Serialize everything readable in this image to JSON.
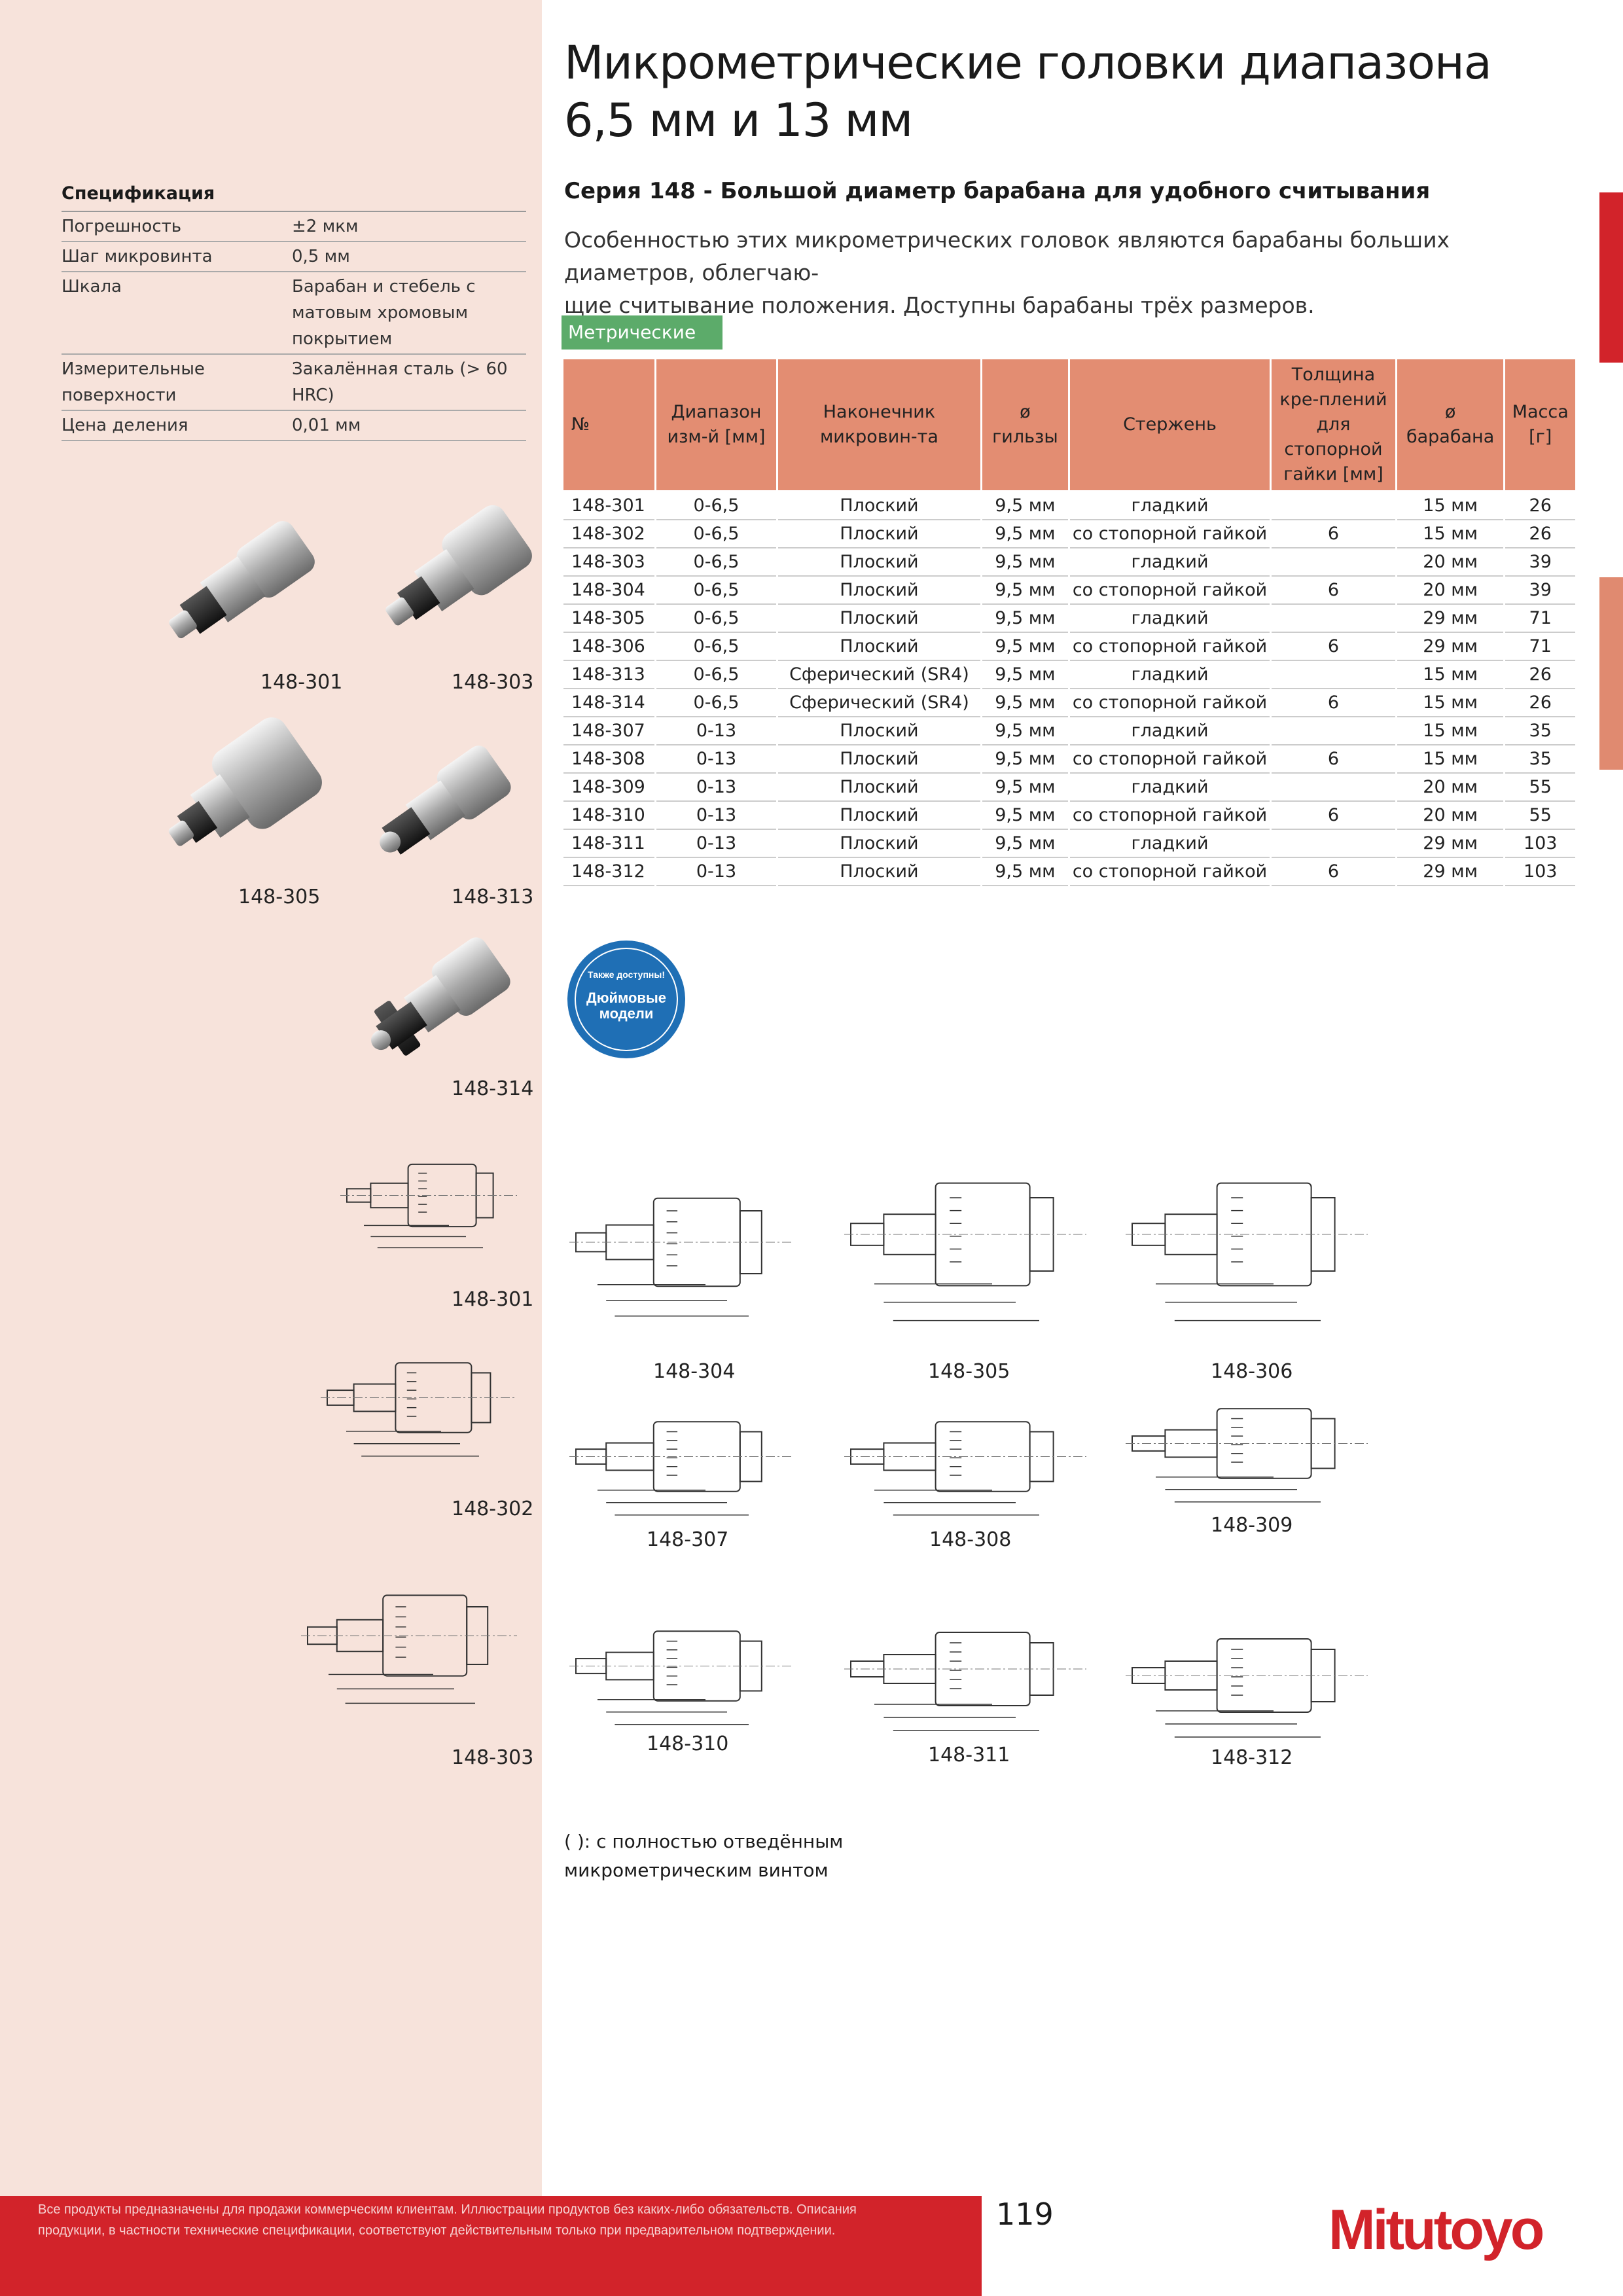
{
  "header": {
    "title_line1": "Микрометрические головки диапазона",
    "title_line2": "6,5 мм и 13 мм",
    "subtitle": "Серия 148 - Большой диаметр барабана для удобного считывания",
    "desc_line1": "Особенностью этих микрометрических головок являются барабаны больших диаметров, облегчаю-",
    "desc_line2": "щие считывание положения. Доступны барабаны трёх размеров."
  },
  "spec": {
    "title": "Спецификация",
    "rows": [
      {
        "k": "Погрешность",
        "v": "±2 мкм"
      },
      {
        "k": "Шаг микровинта",
        "v": "0,5 мм"
      },
      {
        "k": "Шкала",
        "v": "Барабан и стебель с матовым хромовым покрытием"
      },
      {
        "k": "Измерительные поверхности",
        "v": "Закалённая сталь (> 60 HRC)"
      },
      {
        "k": "Цена деления",
        "v": "0,01 мм"
      }
    ]
  },
  "tab_label": "Метрические",
  "table": {
    "headers": [
      "№",
      "Диапазон изм-й [мм]",
      "Наконечник микровин-та",
      "ø гильзы",
      "Стержень",
      "Толщина кре-плений для стопорной гайки [мм]",
      "ø барабана",
      "Масса [г]"
    ],
    "rows": [
      [
        "148-301",
        "0-6,5",
        "Плоский",
        "9,5 мм",
        "гладкий",
        "",
        "15 мм",
        "26"
      ],
      [
        "148-302",
        "0-6,5",
        "Плоский",
        "9,5 мм",
        "со стопорной гайкой",
        "6",
        "15 мм",
        "26"
      ],
      [
        "148-303",
        "0-6,5",
        "Плоский",
        "9,5 мм",
        "гладкий",
        "",
        "20 мм",
        "39"
      ],
      [
        "148-304",
        "0-6,5",
        "Плоский",
        "9,5 мм",
        "со стопорной гайкой",
        "6",
        "20 мм",
        "39"
      ],
      [
        "148-305",
        "0-6,5",
        "Плоский",
        "9,5 мм",
        "гладкий",
        "",
        "29 мм",
        "71"
      ],
      [
        "148-306",
        "0-6,5",
        "Плоский",
        "9,5 мм",
        "со стопорной гайкой",
        "6",
        "29 мм",
        "71"
      ],
      [
        "148-313",
        "0-6,5",
        "Сферический (SR4)",
        "9,5 мм",
        "гладкий",
        "",
        "15 мм",
        "26"
      ],
      [
        "148-314",
        "0-6,5",
        "Сферический (SR4)",
        "9,5 мм",
        "со стопорной гайкой",
        "6",
        "15 мм",
        "26"
      ],
      [
        "148-307",
        "0-13",
        "Плоский",
        "9,5 мм",
        "гладкий",
        "",
        "15 мм",
        "35"
      ],
      [
        "148-308",
        "0-13",
        "Плоский",
        "9,5 мм",
        "со стопорной гайкой",
        "6",
        "15 мм",
        "35"
      ],
      [
        "148-309",
        "0-13",
        "Плоский",
        "9,5 мм",
        "гладкий",
        "",
        "20 мм",
        "55"
      ],
      [
        "148-310",
        "0-13",
        "Плоский",
        "9,5 мм",
        "со стопорной гайкой",
        "6",
        "20 мм",
        "55"
      ],
      [
        "148-311",
        "0-13",
        "Плоский",
        "9,5 мм",
        "гладкий",
        "",
        "29 мм",
        "103"
      ],
      [
        "148-312",
        "0-13",
        "Плоский",
        "9,5 мм",
        "со стопорной гайкой",
        "6",
        "29 мм",
        "103"
      ]
    ]
  },
  "photo_labels": [
    "148-301",
    "148-303",
    "148-305",
    "148-313",
    "148-314"
  ],
  "drawing_labels_left": [
    "148-301",
    "148-302",
    "148-303"
  ],
  "drawing_labels_right": [
    "148-304",
    "148-305",
    "148-306",
    "148-307",
    "148-308",
    "148-309",
    "148-310",
    "148-311",
    "148-312"
  ],
  "badge": {
    "line1": "Также доступны!",
    "line2": "Дюймовые",
    "line3": "модели"
  },
  "note": {
    "line1": "( ): с полностью отведённым",
    "line2": "микрометрическим винтом"
  },
  "footer": {
    "line1": "Все продукты предназначены для продажи коммерческим клиентам. Иллюстрации продуктов без каких-либо обязательств. Описания",
    "line2": "продукции, в частности технические спецификации, соответствуют действительным только при предварительном подтверждении.",
    "page": "119",
    "brand": "Mitutoyo"
  },
  "colors": {
    "brand_red": "#d2232a",
    "table_header": "#e38d72",
    "left_panel": "#f7e3db",
    "metric_tab": "#5cab6a"
  }
}
